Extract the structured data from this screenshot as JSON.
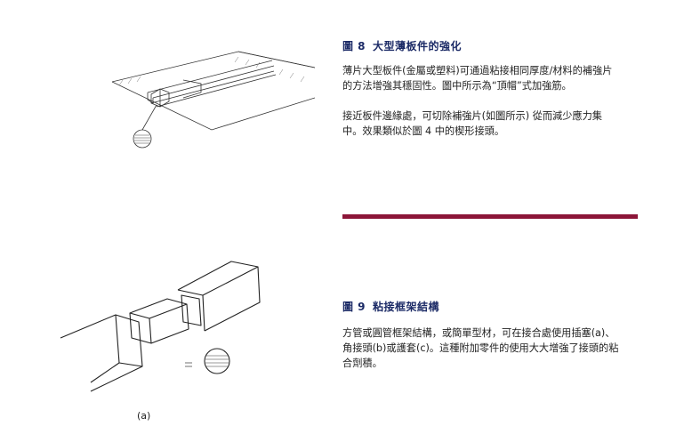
{
  "section8": {
    "fig_no": "圖 8",
    "title": "大型薄板件的強化",
    "para1": [
      "薄片大型板件(金屬或塑料)可通過粘接相同厚度/材料的補強片",
      "的方法增強其穩固性。圖中所示為“頂帽”式加強筋。"
    ],
    "para2": [
      "接近板件邊緣處，可切除補強片(如圖所示) 從而減少應力集",
      "中。效果類似於圖 4 中的楔形接頭。"
    ]
  },
  "section9": {
    "fig_no": "圖 9",
    "title": "粘接框架結構",
    "para1": [
      "方管或圓管框架結構，或簡單型材，可在接合處使用插塞(a)、",
      "角接頭(b)或護套(c)。這種附加零件的使用大大增強了接頭的粘",
      "合劑積。"
    ],
    "figure_caption": "(a)"
  },
  "colors": {
    "title": "#1b2a66",
    "rule": "#8c1538"
  }
}
